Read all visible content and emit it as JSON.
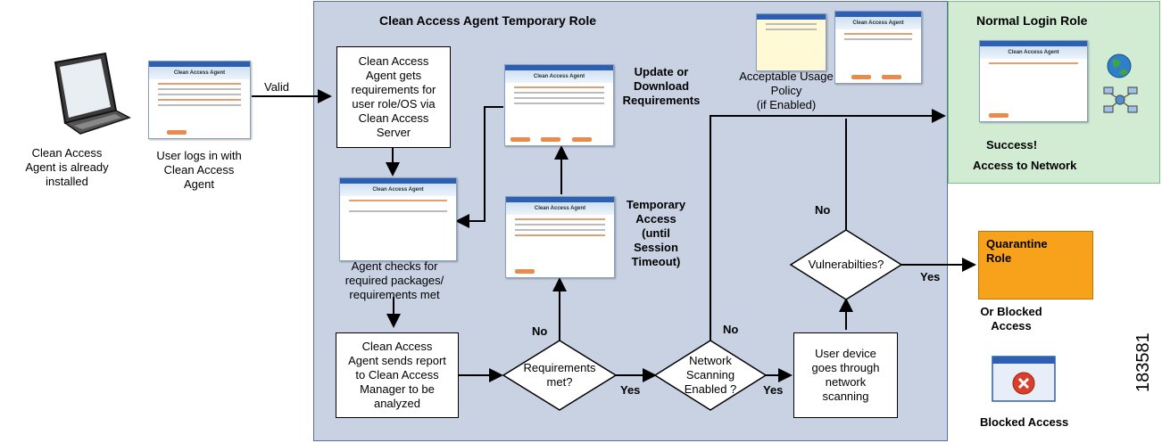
{
  "regions": {
    "temporary_title": "Clean Access Agent Temporary Role",
    "normal_title": "Normal Login Role"
  },
  "laptop_caption": "Clean Access\nAgent is already\ninstalled",
  "login_caption": "User logs in with\nClean Access\nAgent",
  "valid_label": "Valid",
  "boxes": {
    "get_requirements": "Clean Access\nAgent gets\nrequirements for\nuser role/OS  via\nClean Access\nServer",
    "send_report": "Clean Access\nAgent sends report\nto Clean Access\nManager to be\nanalyzed",
    "network_scanning": "User device\ngoes through\nnetwork\nscanning"
  },
  "agent_checks_caption": "Agent checks for\nrequired packages/\nrequirements met",
  "update_caption": "Update or\nDownload\nRequirements",
  "temporary_access_caption": "Temporary\nAccess\n(until\nSession\nTimeout)",
  "aup_caption": "Acceptable Usage\nPolicy\n(if Enabled)",
  "decisions": {
    "requirements_met": "Requirements\nmet?",
    "scanning_enabled": "Network\nScanning\nEnabled ?",
    "vulnerabilities": "Vulnerabilties?"
  },
  "edge_labels": {
    "req_no": "No",
    "req_yes": "Yes",
    "scan_no": "No",
    "scan_yes": "Yes",
    "vuln_no": "No",
    "vuln_yes": "Yes"
  },
  "success_caption": "Success!",
  "access_caption": "Access to Network",
  "quarantine_label": "Quarantine\nRole",
  "or_blocked_caption": "Or Blocked\nAccess",
  "blocked_caption": "Blocked Access",
  "figure_id": "183581",
  "screens": {
    "agent_title": "Clean Access Agent"
  },
  "colors": {
    "temporary_region": "#c9d2e3",
    "normal_region": "#d2ecd4",
    "quarantine": "#f7a21a"
  }
}
